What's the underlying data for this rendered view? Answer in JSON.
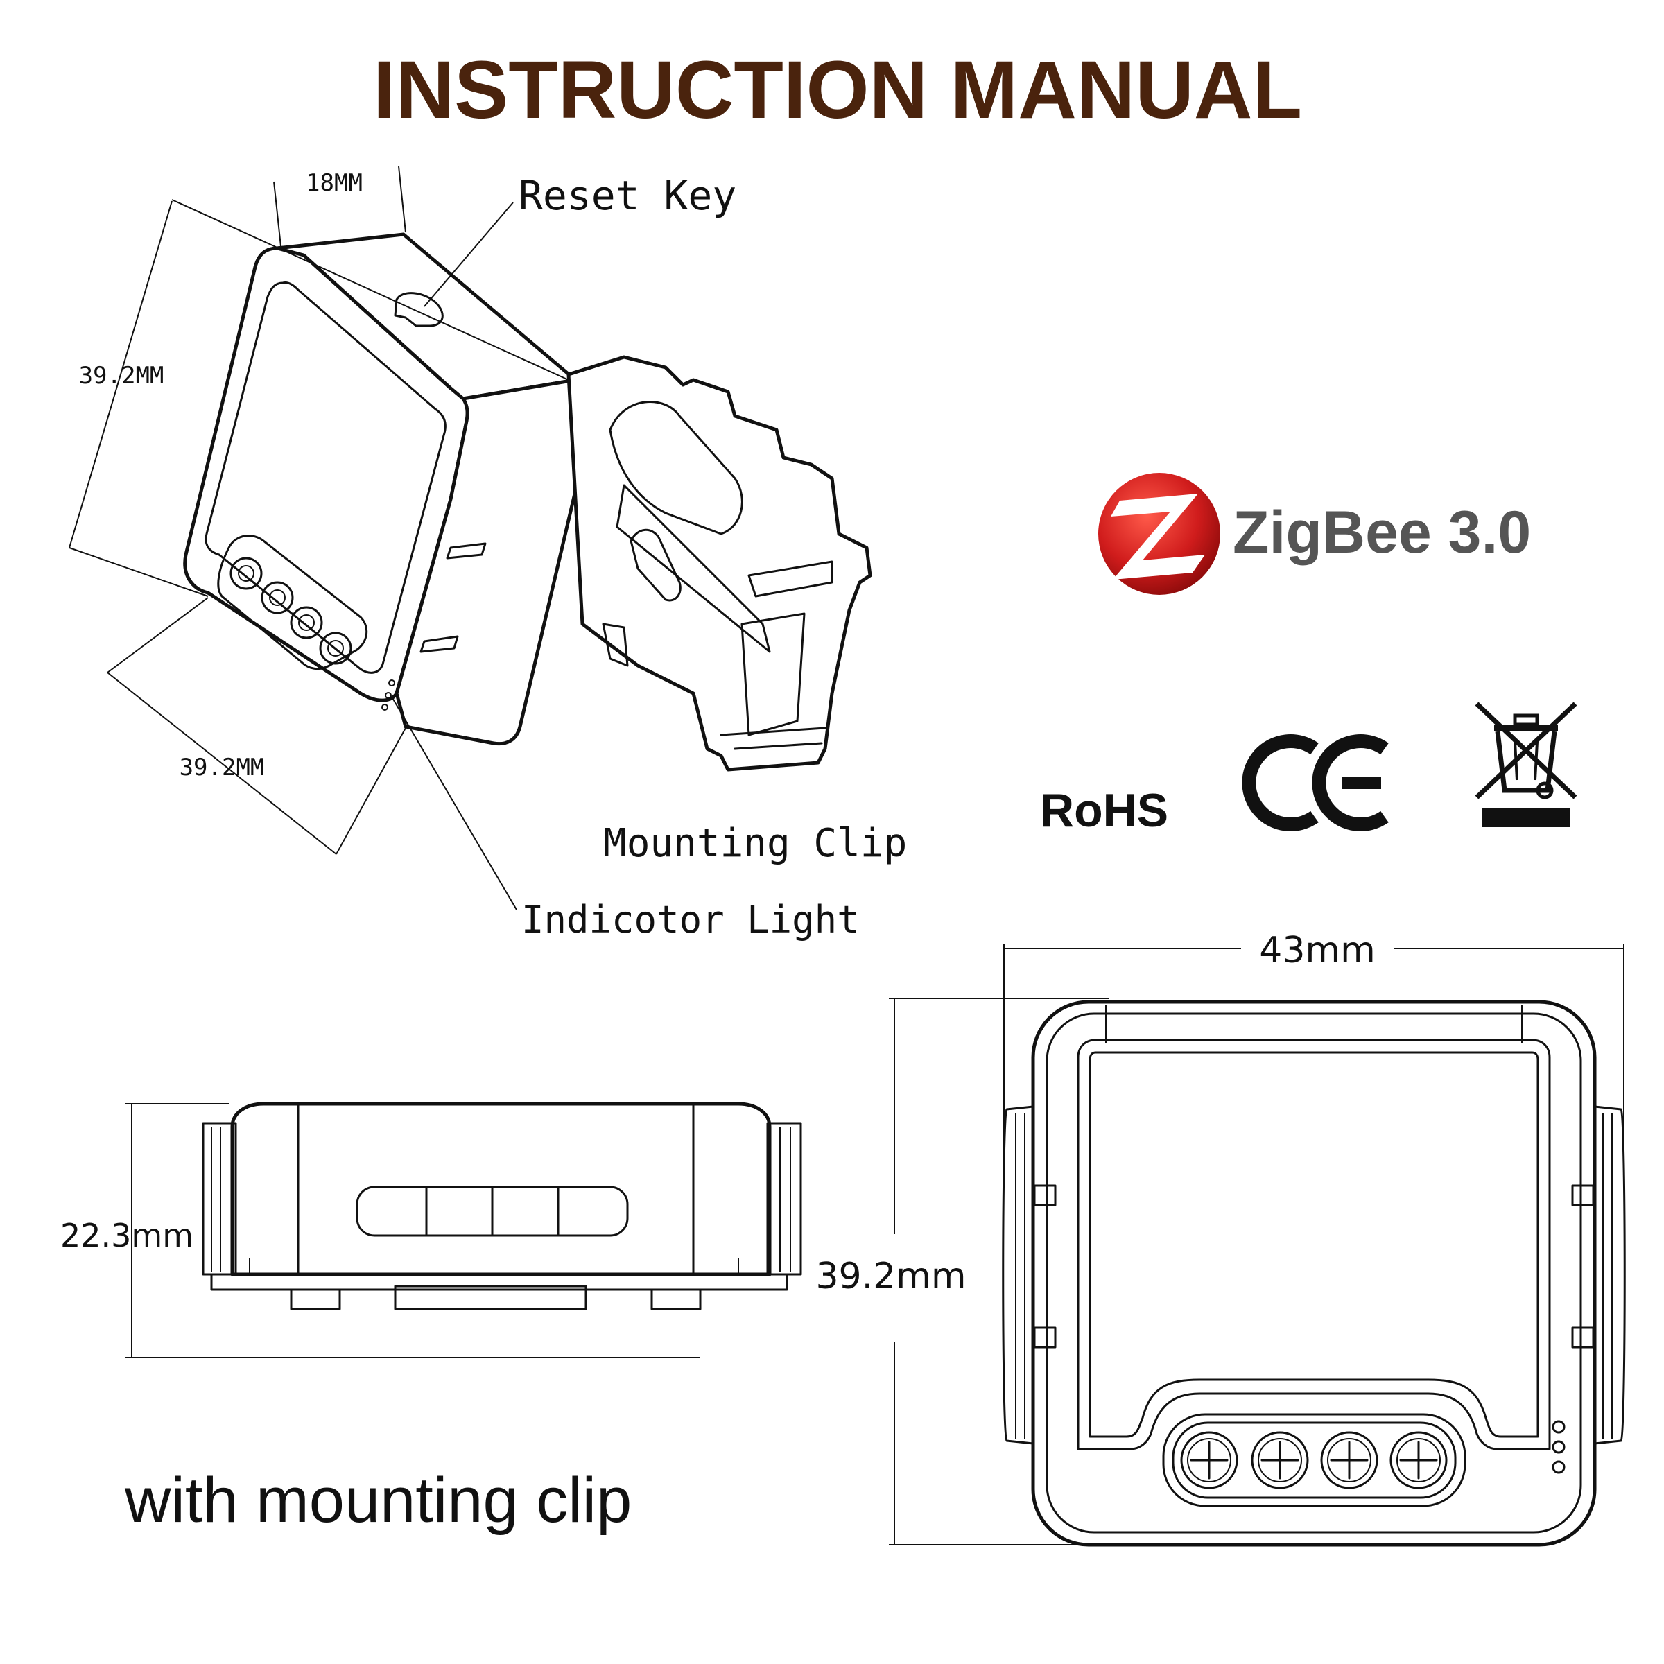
{
  "title": "INSTRUCTION MANUAL",
  "colors": {
    "title": "#4a230d",
    "zigbee_red": "#d01c1c",
    "zigbee_text": "#555555",
    "line": "#111111"
  },
  "iso_view": {
    "dim_top": "18MM",
    "dim_left": "39.2MM",
    "dim_bottom": "39.2MM",
    "reset_key": "Reset Key",
    "mounting_clip": "Mounting Clip",
    "indicator_light": "Indicotor Light"
  },
  "logos": {
    "zigbee": "ZigBee 3.0",
    "rohs": "RoHS",
    "ce": "CE",
    "weee_icon": "crossed-bin-icon"
  },
  "side_view": {
    "height_dim": "22.3mm",
    "caption": "with mounting clip"
  },
  "front_view": {
    "width_dim": "43mm",
    "height_dim": "39.2mm"
  }
}
